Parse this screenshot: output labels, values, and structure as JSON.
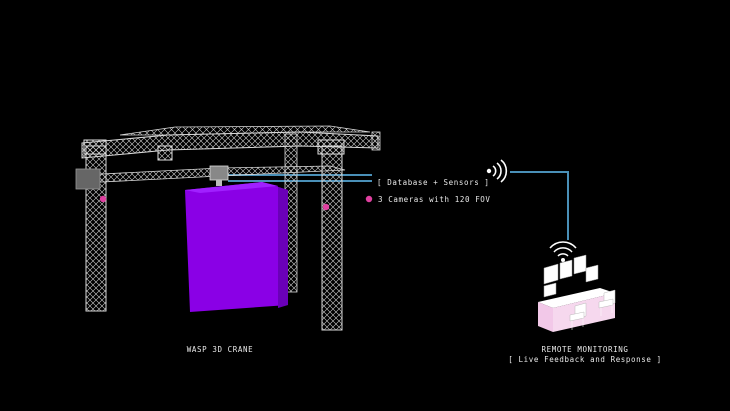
{
  "crane": {
    "label": "WASP 3D CRANE"
  },
  "data_link": {
    "label": "[ Database + Sensors ]"
  },
  "cameras": {
    "label": "3 Cameras with 120 FOV"
  },
  "remote": {
    "title": "REMOTE MONITORING",
    "subtitle": "[ Live Feedback and Response ]"
  },
  "colors": {
    "background": "#000000",
    "print_volume": "#8a00e6",
    "print_volume_side": "#5e00a6",
    "link_line": "#4a90b8",
    "camera_dot": "#e040a0",
    "truss": "#d8d8d8",
    "desk": "#f2c8e8"
  },
  "icons": [
    "wifi-icon",
    "camera-dot-icon",
    "monitor-icon",
    "chair-icon"
  ]
}
